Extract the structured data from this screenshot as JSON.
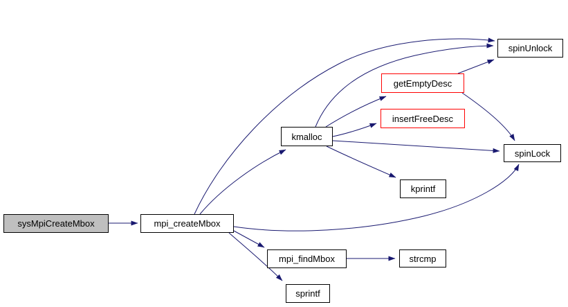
{
  "diagram": {
    "type": "call-graph",
    "background_color": "#ffffff",
    "edge_color": "#191970",
    "truncated_border_color": "#ff0000",
    "normal_border_color": "#000000",
    "current_node_fill": "#bfbfbf",
    "node_fill": "#ffffff",
    "nodes": [
      {
        "id": "sysMpiCreateMbox",
        "label": "sysMpiCreateMbox",
        "role": "current-function",
        "fill": "#bfbfbf",
        "border": "#000000"
      },
      {
        "id": "mpi_createMbox",
        "label": "mpi_createMbox",
        "role": "function-link",
        "fill": "#ffffff",
        "border": "#000000"
      },
      {
        "id": "kmalloc",
        "label": "kmalloc",
        "role": "function-link",
        "fill": "#ffffff",
        "border": "#000000"
      },
      {
        "id": "getEmptyDesc",
        "label": "getEmptyDesc",
        "role": "function-link-truncated",
        "fill": "#ffffff",
        "border": "#ff0000"
      },
      {
        "id": "insertFreeDesc",
        "label": "insertFreeDesc",
        "role": "function-link-truncated",
        "fill": "#ffffff",
        "border": "#ff0000"
      },
      {
        "id": "kprintf",
        "label": "kprintf",
        "role": "function-link",
        "fill": "#ffffff",
        "border": "#000000"
      },
      {
        "id": "spinUnlock",
        "label": "spinUnlock",
        "role": "function-link",
        "fill": "#ffffff",
        "border": "#000000"
      },
      {
        "id": "spinLock",
        "label": "spinLock",
        "role": "function-link",
        "fill": "#ffffff",
        "border": "#000000"
      },
      {
        "id": "mpi_findMbox",
        "label": "mpi_findMbox",
        "role": "function-link",
        "fill": "#ffffff",
        "border": "#000000"
      },
      {
        "id": "strcmp",
        "label": "strcmp",
        "role": "function-link",
        "fill": "#ffffff",
        "border": "#000000"
      },
      {
        "id": "sprintf",
        "label": "sprintf",
        "role": "function-link",
        "fill": "#ffffff",
        "border": "#000000"
      }
    ],
    "edges": [
      {
        "from": "sysMpiCreateMbox",
        "to": "mpi_createMbox"
      },
      {
        "from": "mpi_createMbox",
        "to": "kmalloc"
      },
      {
        "from": "mpi_createMbox",
        "to": "spinUnlock"
      },
      {
        "from": "mpi_createMbox",
        "to": "spinLock"
      },
      {
        "from": "mpi_createMbox",
        "to": "mpi_findMbox"
      },
      {
        "from": "mpi_createMbox",
        "to": "sprintf"
      },
      {
        "from": "kmalloc",
        "to": "getEmptyDesc"
      },
      {
        "from": "kmalloc",
        "to": "insertFreeDesc"
      },
      {
        "from": "kmalloc",
        "to": "spinUnlock"
      },
      {
        "from": "kmalloc",
        "to": "spinLock"
      },
      {
        "from": "kmalloc",
        "to": "kprintf"
      },
      {
        "from": "getEmptyDesc",
        "to": "spinUnlock"
      },
      {
        "from": "getEmptyDesc",
        "to": "spinLock"
      },
      {
        "from": "mpi_findMbox",
        "to": "strcmp"
      }
    ]
  }
}
